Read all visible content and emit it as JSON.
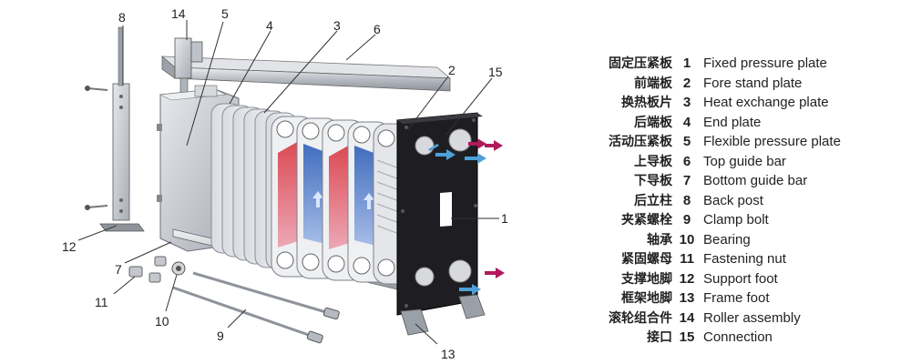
{
  "diagram": {
    "callouts": {
      "c1": "1",
      "c2": "2",
      "c3": "3",
      "c4": "4",
      "c5": "5",
      "c6": "6",
      "c7": "7",
      "c8": "8",
      "c9": "9",
      "c10": "10",
      "c11": "11",
      "c12": "12",
      "c13": "13",
      "c14": "14",
      "c15": "15"
    },
    "colors": {
      "hot_flow": "#c8323c",
      "cold_flow": "#4a78c8",
      "inlet_arrow": "#b0195a",
      "outlet_arrow": "#4fa0d8",
      "frame_plate": "#1e1e22",
      "steel": "#c9ccd2"
    }
  },
  "legend": [
    {
      "zh": "固定压紧板",
      "num": "1",
      "en": "Fixed pressure plate"
    },
    {
      "zh": "前端板",
      "num": "2",
      "en": "Fore  stand plate"
    },
    {
      "zh": "换热板片",
      "num": "3",
      "en": "Heat exchange plate"
    },
    {
      "zh": "后端板",
      "num": "4",
      "en": "End plate"
    },
    {
      "zh": "活动压紧板",
      "num": "5",
      "en": "Flexible pressure plate"
    },
    {
      "zh": "上导板",
      "num": "6",
      "en": "Top guide bar"
    },
    {
      "zh": "下导板",
      "num": "7",
      "en": "Bottom guide bar"
    },
    {
      "zh": "后立柱",
      "num": "8",
      "en": "Back post"
    },
    {
      "zh": "夹紧螺栓",
      "num": "9",
      "en": "Clamp bolt"
    },
    {
      "zh": "轴承",
      "num": "10",
      "en": "Bearing"
    },
    {
      "zh": "紧固螺母",
      "num": "11",
      "en": "Fastening nut"
    },
    {
      "zh": "支撑地脚",
      "num": "12",
      "en": "Support foot"
    },
    {
      "zh": "框架地脚",
      "num": "13",
      "en": "Frame foot"
    },
    {
      "zh": "滚轮组合件",
      "num": "14",
      "en": "Roller assembly"
    },
    {
      "zh": "接口",
      "num": "15",
      "en": "Connection"
    }
  ]
}
